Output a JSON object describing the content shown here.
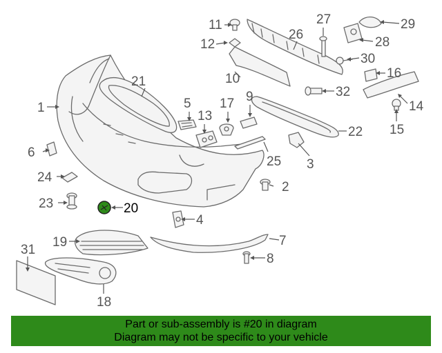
{
  "diagram": {
    "highlighted_part": "20",
    "highlight_color": "#2e8a1a",
    "callouts": {
      "c1": "1",
      "c2": "2",
      "c3": "3",
      "c4": "4",
      "c5": "5",
      "c6": "6",
      "c7": "7",
      "c8": "8",
      "c9": "9",
      "c10": "10",
      "c11": "11",
      "c12": "12",
      "c13": "13",
      "c14": "14",
      "c15": "15",
      "c16": "16",
      "c17": "17",
      "c18": "18",
      "c19": "19",
      "c20": "20",
      "c21": "21",
      "c22": "22",
      "c23": "23",
      "c24": "24",
      "c25": "25",
      "c26": "26",
      "c27": "27",
      "c28": "28",
      "c29": "29",
      "c30": "30",
      "c31": "31",
      "c32": "32"
    }
  },
  "banner": {
    "line1": "Part or sub-assembly is #20 in diagram",
    "line2": "Diagram may not be specific to your vehicle",
    "background": "#2e8a1a"
  }
}
